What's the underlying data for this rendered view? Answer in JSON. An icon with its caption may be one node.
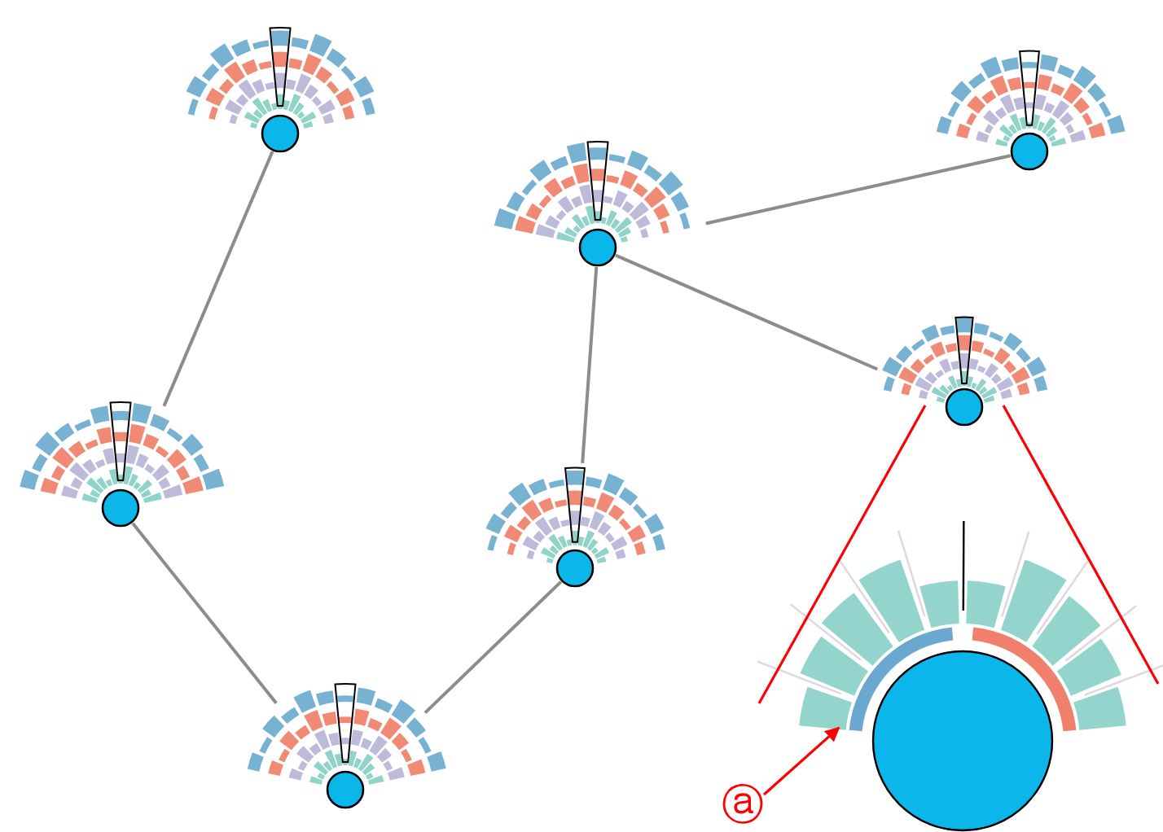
{
  "diagram": {
    "nodes": [
      {
        "text": [],
        "shape": "circle"
      },
      {
        "text": [],
        "shape": "circle"
      },
      {
        "text": [],
        "shape": "circle"
      },
      {
        "text": [],
        "shape": "circle"
      },
      {
        "text": [],
        "shape": "circle"
      },
      {
        "text": [],
        "shape": "circle"
      },
      {
        "text": [],
        "shape": "circle"
      },
      {
        "text": [],
        "shape": "picture"
      },
      {
        "text": [],
        "shape": "bar",
        "in": 7
      },
      {
        "text": [
          "ⓐ"
        ]
      }
    ],
    "edges": [
      {
        "from": 0,
        "to": 4,
        "arrow": "none"
      },
      {
        "from": 2,
        "to": 1,
        "arrow": "none"
      },
      {
        "from": 2,
        "to": 5,
        "arrow": "none"
      },
      {
        "from": 2,
        "to": 3,
        "arrow": "none"
      },
      {
        "from": 4,
        "to": 6,
        "arrow": "none"
      },
      {
        "from": 6,
        "to": 5,
        "arrow": "none"
      },
      {
        "from": 3,
        "to": 7,
        "arrow": "none",
        "color": "#ff0000"
      },
      {
        "from": 3,
        "to": 7,
        "arrow": "none",
        "color": "#ff0000"
      },
      {
        "from": 9,
        "to": 8,
        "arrow": "to",
        "color": "#ff0000"
      }
    ]
  }
}
